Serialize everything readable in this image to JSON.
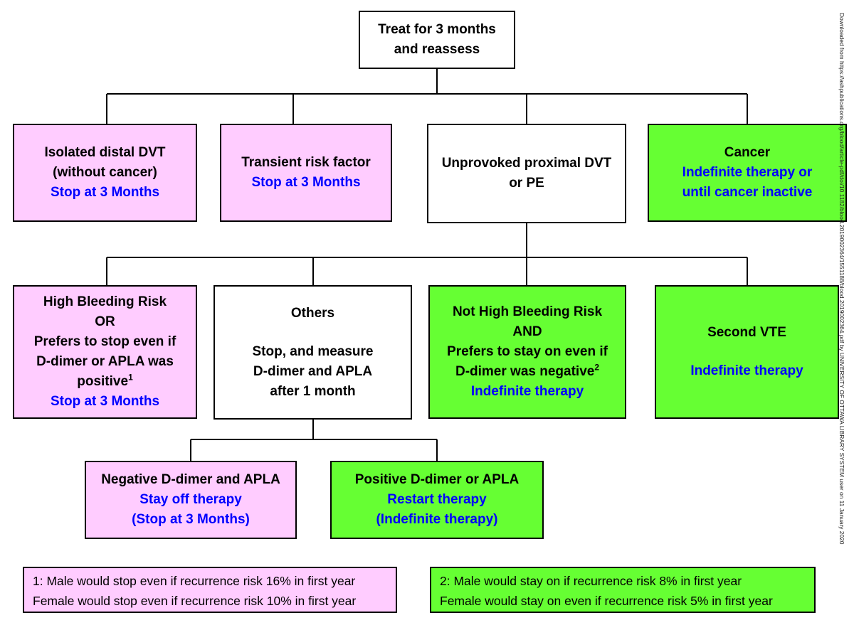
{
  "root": {
    "line1": "Treat for 3 months",
    "line2": "and reassess"
  },
  "level1": [
    {
      "line1": "Isolated distal DVT",
      "line2": "(without cancer)",
      "action": "Stop at 3 Months"
    },
    {
      "line1": "Transient risk factor",
      "action": "Stop at 3 Months"
    },
    {
      "line1": "Unprovoked proximal DVT",
      "line2": "or PE"
    },
    {
      "line1": "Cancer",
      "action1": "Indefinite therapy or",
      "action2": "until cancer inactive"
    }
  ],
  "level2": [
    {
      "line1": "High Bleeding Risk",
      "line2": "OR",
      "line3": "Prefers to stop even if",
      "line4": "D-dimer or APLA was",
      "line5": "positive",
      "sup": "1",
      "action": "Stop at 3 Months"
    },
    {
      "line1": "Others",
      "line2": "Stop, and measure",
      "line3": "D-dimer and APLA",
      "line4": "after 1 month"
    },
    {
      "line1": "Not High Bleeding Risk",
      "line2": "AND",
      "line3": "Prefers to stay on even if",
      "line4": "D-dimer was negative",
      "sup": "2",
      "action": "Indefinite therapy"
    },
    {
      "line1": "Second VTE",
      "action": "Indefinite therapy"
    }
  ],
  "level3": [
    {
      "line1": "Negative  D-dimer and APLA",
      "action1": "Stay off therapy",
      "action2": "(Stop at 3 Months)"
    },
    {
      "line1": "Positive D-dimer or APLA",
      "action1": "Restart therapy",
      "action2": "(Indefinite therapy)"
    }
  ],
  "footnotes": [
    {
      "line1": "1: Male would stop even if recurrence risk 16% in first year",
      "line2": "Female would stop even if recurrence risk 10% in first year"
    },
    {
      "line1": "2: Male would stay on if recurrence risk 8% in first year",
      "line2": "Female would stay on even if recurrence risk 5% in first year"
    }
  ],
  "side_watermark": "Downloaded from https://ashpublications.org/blood/article-pdf/doi/10.1182/blood.2019002364/1551188/blood.2019002364.pdf by UNIVERSITY OF OTTAWA LIBRARY SYSTEM user on 11 January 2020",
  "colors": {
    "pink": "#ffccff",
    "green": "#66ff33",
    "action_text": "#0000ff",
    "lines": "#000000"
  }
}
